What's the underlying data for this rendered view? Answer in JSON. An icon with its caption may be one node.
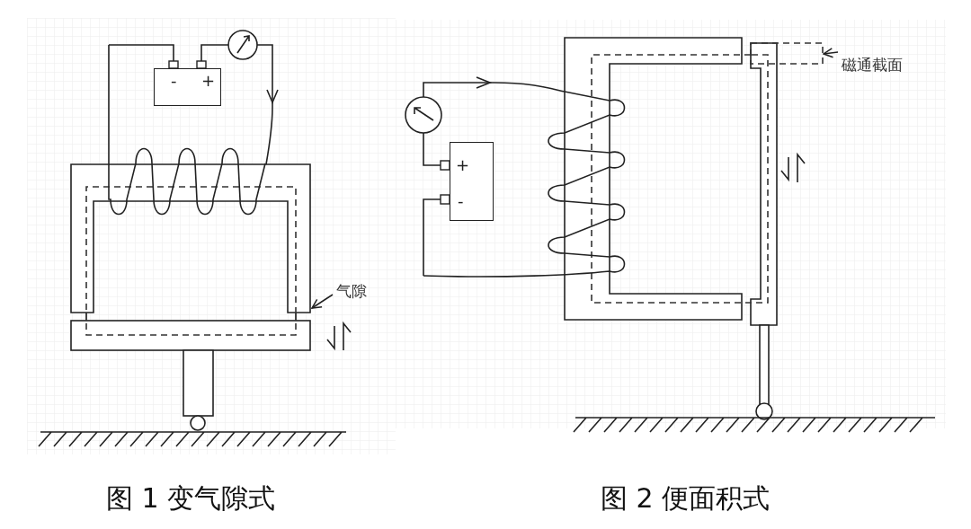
{
  "diagram": {
    "nodes": [
      {
        "text": [
          "-",
          "+"
        ]
      },
      {
        "text": [],
        "shape": "picture"
      },
      {
        "text": [
          "气隙"
        ]
      },
      {
        "text": [],
        "shape": "box"
      },
      {
        "text": [
          "磁通截面"
        ]
      },
      {
        "text": [
          "+",
          "-"
        ]
      }
    ],
    "edges": [
      {
        "from": 2,
        "to": 1,
        "arrow": "to"
      },
      {
        "from": 4,
        "to": 3,
        "arrow": "to"
      }
    ],
    "labels": [
      "图 1 变气隙式",
      "图 2 便面积式"
    ]
  }
}
